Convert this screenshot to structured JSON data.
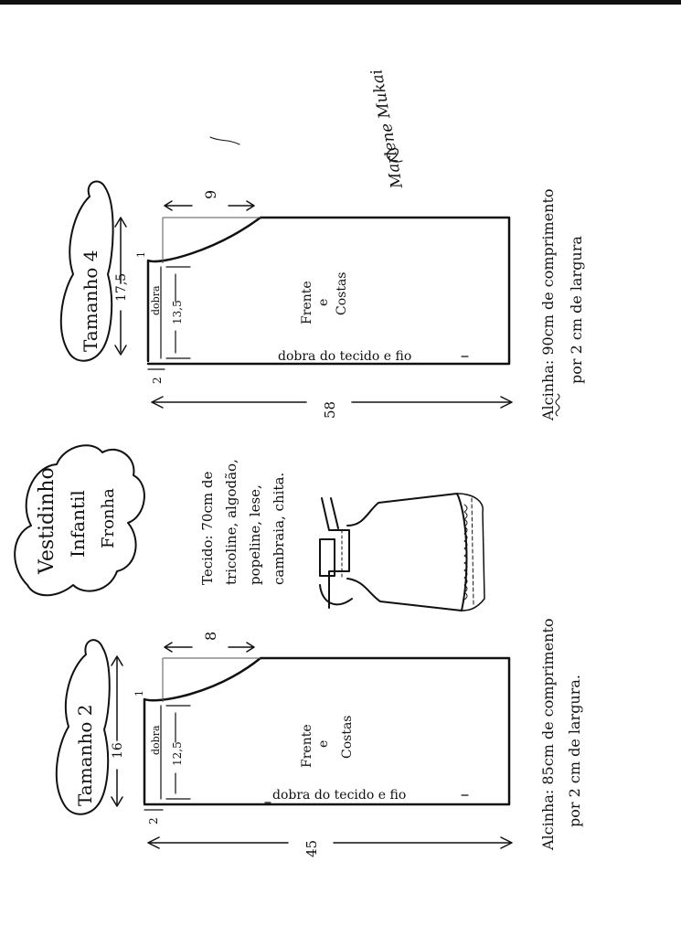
{
  "title": {
    "line1": "Vestidinho",
    "line2": "Infantil",
    "line3": "Fronha"
  },
  "fabric_note": {
    "line1": "Tecido: 70cm de",
    "line2": "tricoline, algodão,",
    "line3": "popeline, lese,",
    "line4": "cambraia, chita."
  },
  "pattern_size4": {
    "size_label": "Tamanho 4",
    "width_top": "17,5",
    "neck_drop": "9",
    "armhole_offset": "1",
    "fold_label": "dobra",
    "fold_measure": "13,5",
    "hem_allowance": "2",
    "piece_name_1": "Frente",
    "piece_name_2": "e",
    "piece_name_3": "Costas",
    "grain_note": "dobra do tecido e fio",
    "length": "58"
  },
  "pattern_size2": {
    "size_label": "Tamanho 2",
    "width_top": "16",
    "neck_drop": "8",
    "armhole_offset": "1",
    "fold_label": "dobra",
    "fold_measure": "12,5",
    "hem_allowance": "2",
    "piece_name_1": "Frente",
    "piece_name_2": "e",
    "piece_name_3": "Costas",
    "grain_note": "dobra do tecido e fio",
    "length": "45"
  },
  "strap_size4": {
    "line1": "Alcinha: 90cm de comprimento",
    "line2": "por 2 cm de largura"
  },
  "strap_size2": {
    "line1": "Alcinha: 85cm de comprimento",
    "line2": "por 2 cm de largura."
  },
  "signature": "Marlene Mukai"
}
